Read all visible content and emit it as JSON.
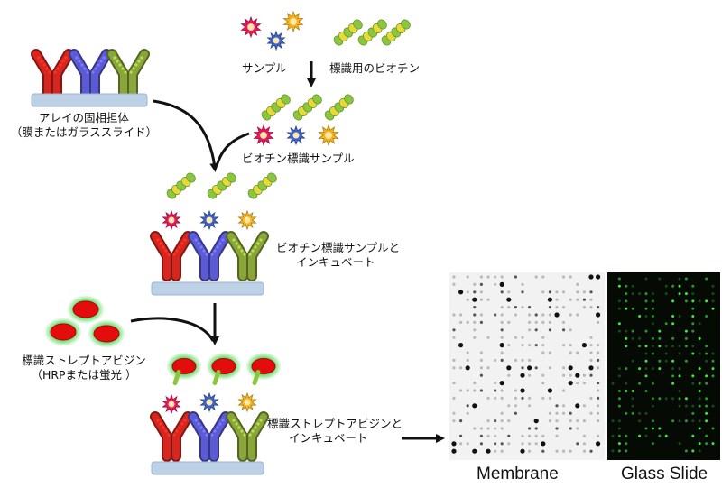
{
  "labels": {
    "sample": "サンプル",
    "biotin": "標識用のビオチン",
    "array_line1": "アレイの固相担体",
    "array_line2": "（膜またはガラススライド）",
    "biotin_sample": "ビオチン標識サンプル",
    "incubate1_line1": "ビオチン標識サンプルと",
    "incubate1_line2": "インキュベート",
    "strep_line1": "標識ストレプトアビジン",
    "strep_line2": "（HRPまたは蛍光 ）",
    "incubate2_line1": "標識ストレプトアビジンと",
    "incubate2_line2": "インキュベート",
    "membrane": "Membrane",
    "glass_slide": "Glass Slide"
  },
  "colors": {
    "antibody_red": "#d7261e",
    "antibody_blue": "#5b5bd6",
    "antibody_green": "#8aa63a",
    "slide": "#bcd0e6",
    "star_red": "#e6195a",
    "star_blue": "#3f63c9",
    "star_yellow": "#f7b21c",
    "biotin_green": "#8cc63f",
    "biotin_yellow": "#e7d93a",
    "strep_red": "#e30d0d",
    "strep_glow": "#37d13a",
    "membrane_bg": "#f2f2f2",
    "glass_bg": "#050a05",
    "glass_dot": "#3be83b"
  }
}
